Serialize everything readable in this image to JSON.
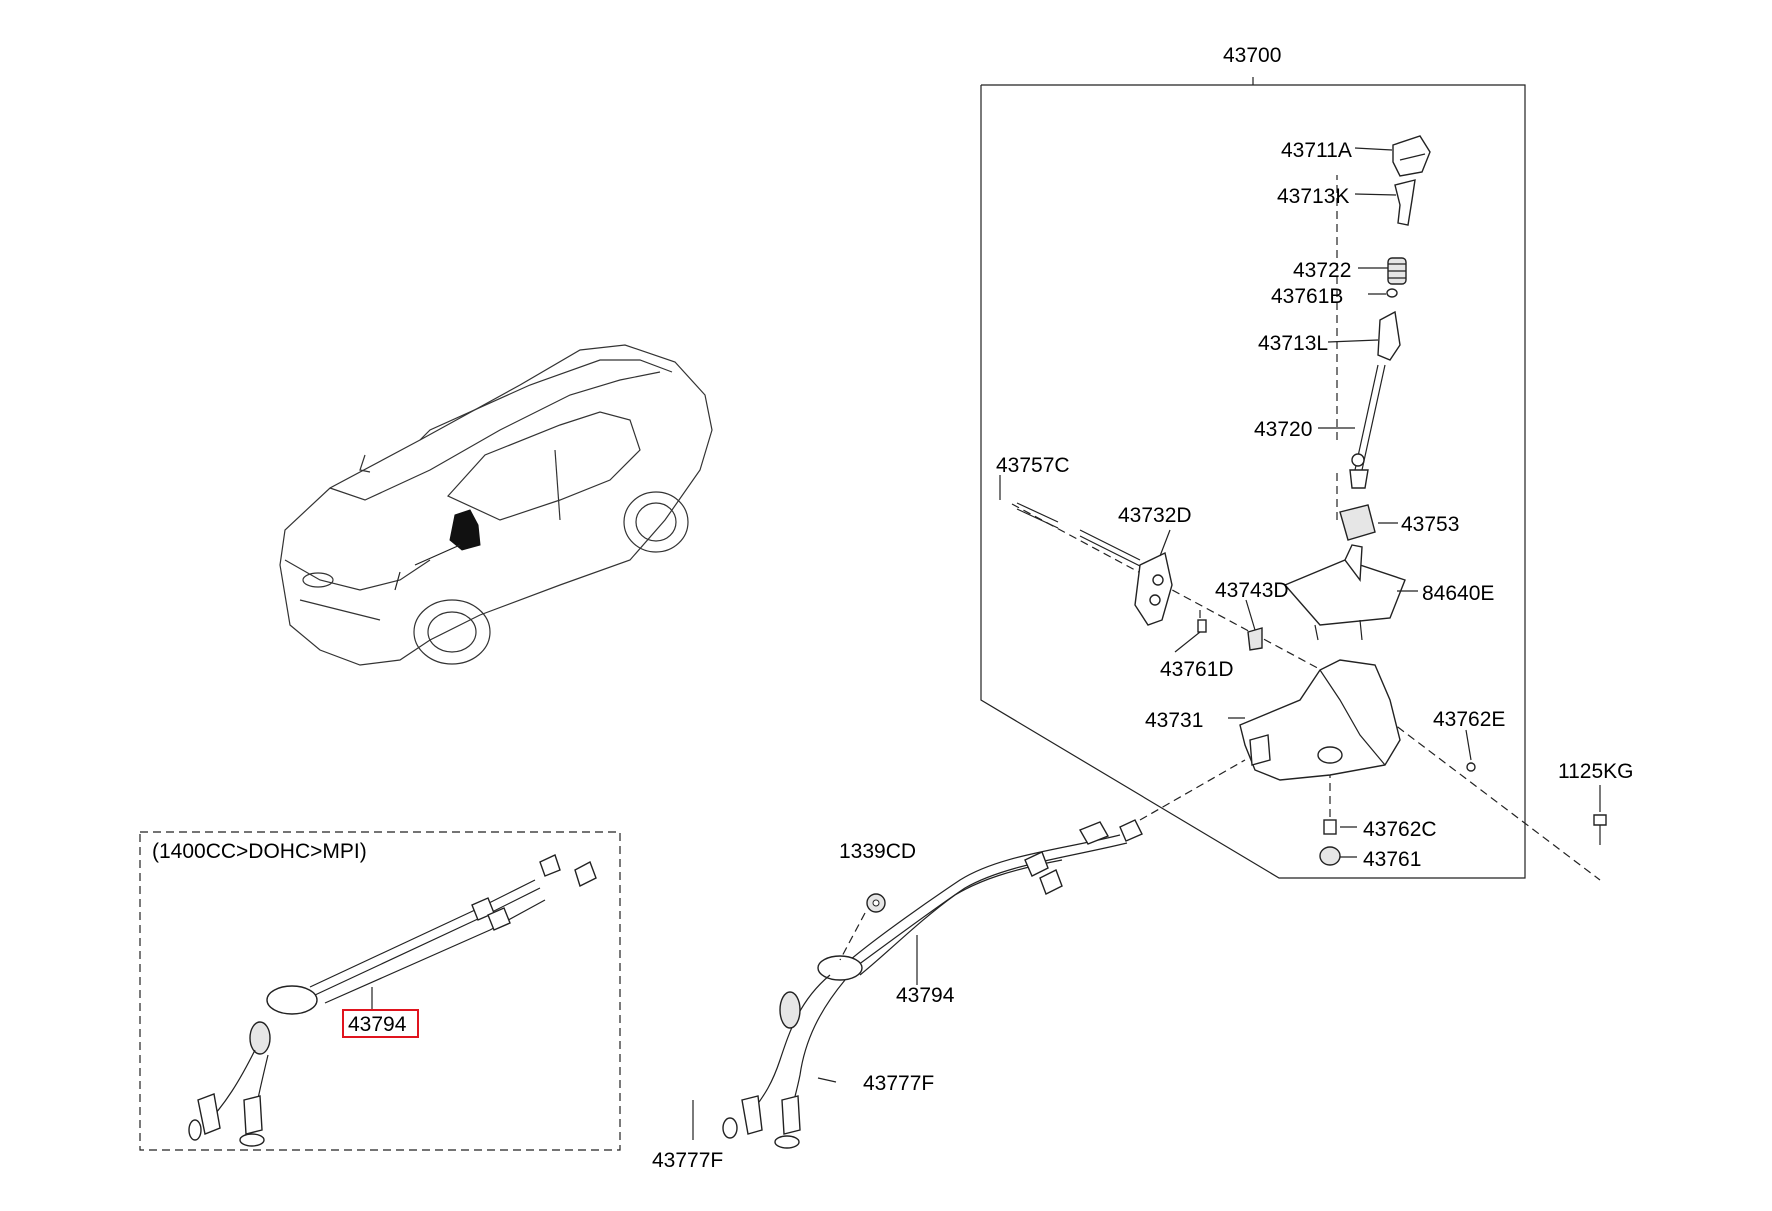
{
  "variant_note": "(1400CC>DOHC>MPI)",
  "highlighted_part": "43794",
  "labels": {
    "l43700": "43700",
    "l43711A": "43711A",
    "l43713K": "43713K",
    "l43722": "43722",
    "l43761B": "43761B",
    "l43713L": "43713L",
    "l43720": "43720",
    "l43757C": "43757C",
    "l43753": "43753",
    "l43732D": "43732D",
    "l43743D": "43743D",
    "l84640E": "84640E",
    "l43761D": "43761D",
    "l43731": "43731",
    "l43762E": "43762E",
    "l1125KG": "1125KG",
    "l43762C": "43762C",
    "l43761": "43761",
    "l1339CD": "1339CD",
    "l43794_main": "43794",
    "l43777F_right": "43777F",
    "l43777F_left": "43777F",
    "l43794_alt": "43794"
  }
}
